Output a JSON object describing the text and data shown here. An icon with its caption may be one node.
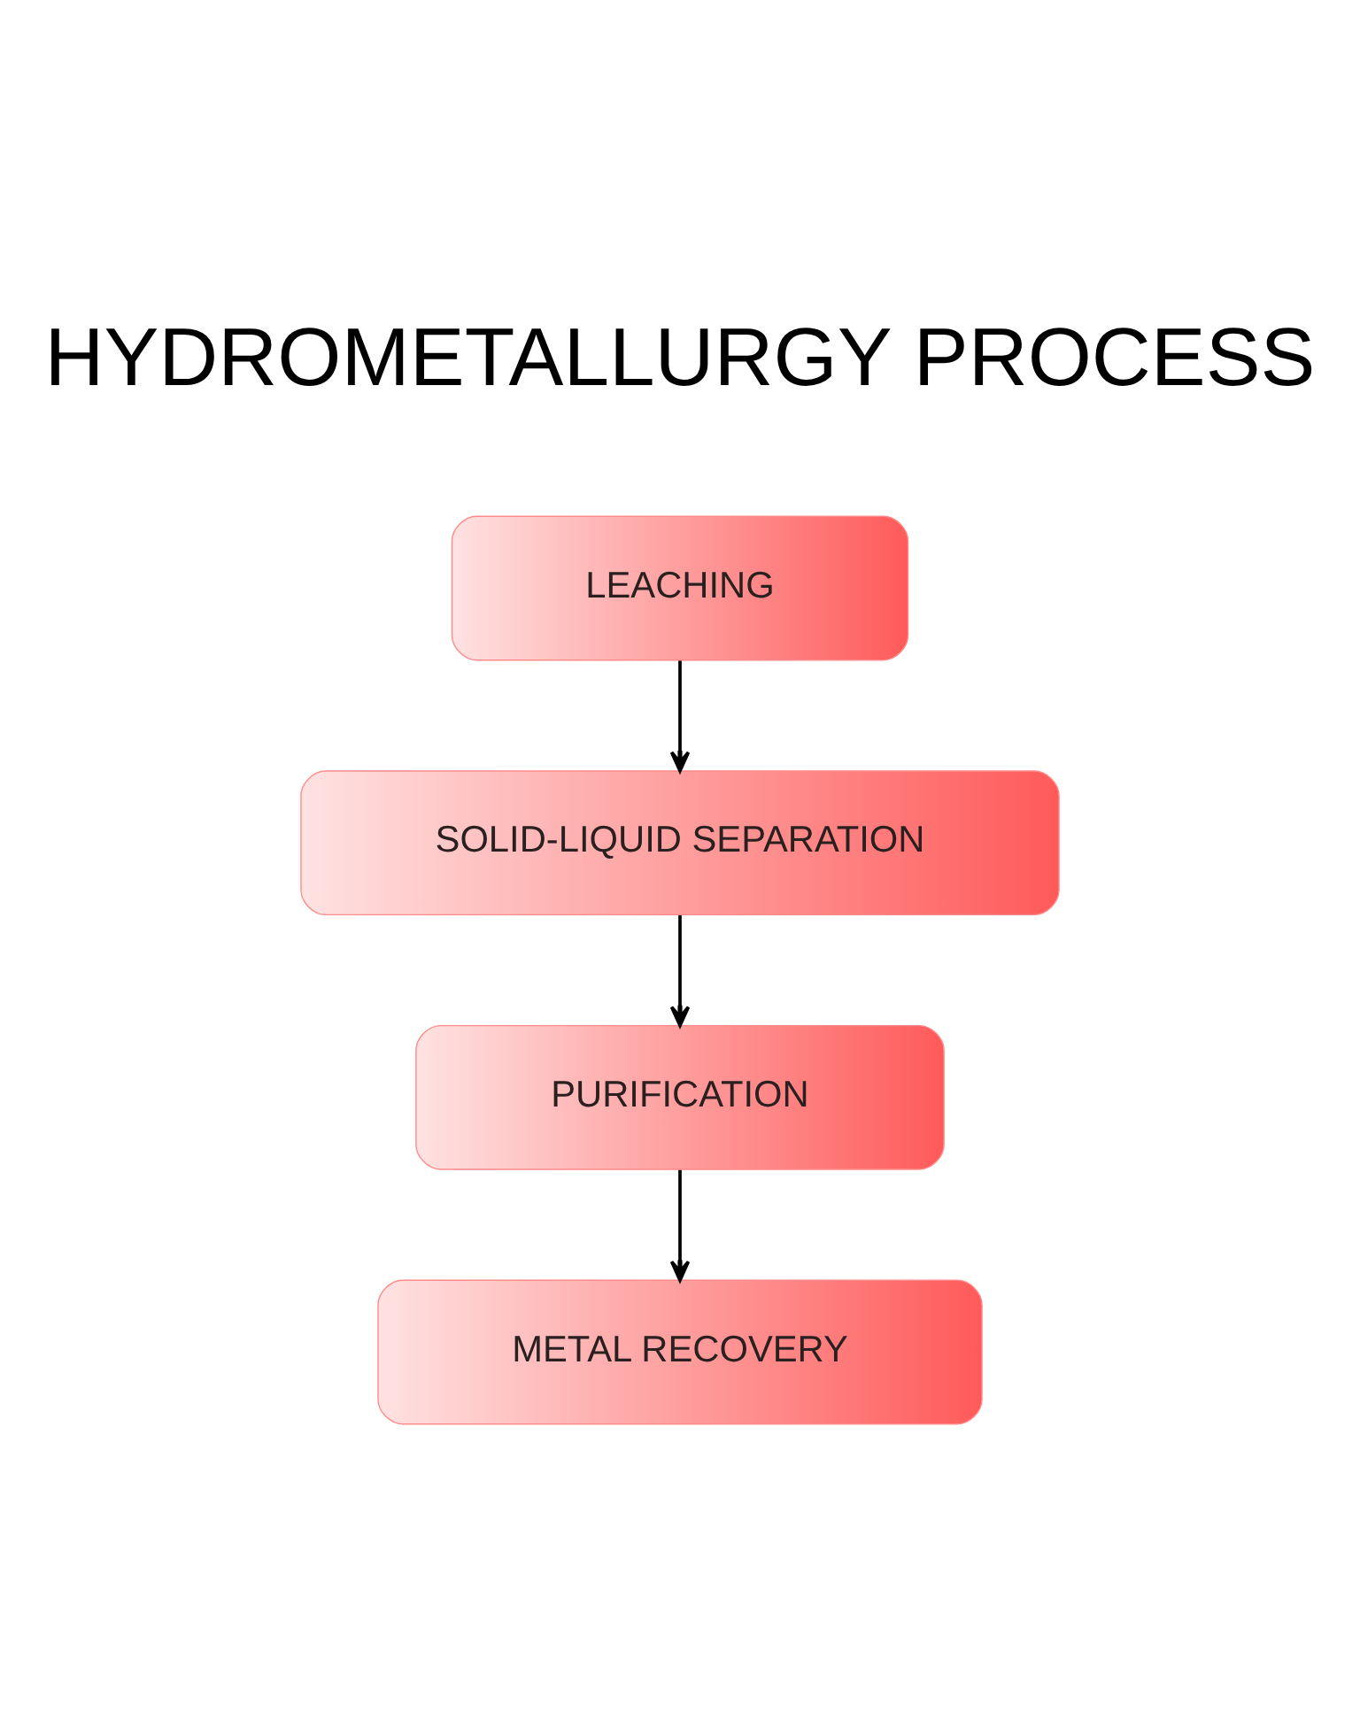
{
  "diagram": {
    "title": "HYDROMETALLURGY PROCESS",
    "nodes": [
      {
        "text": [
          "LEACHING"
        ]
      },
      {
        "text": [
          "SOLID-LIQUID SEPARATION"
        ]
      },
      {
        "text": [
          "PURIFICATION"
        ]
      },
      {
        "text": [
          "METAL RECOVERY"
        ]
      }
    ],
    "edges": [
      {
        "from": 0,
        "to": 1,
        "arrow": "to"
      },
      {
        "from": 1,
        "to": 2,
        "arrow": "to"
      },
      {
        "from": 2,
        "to": 3,
        "arrow": "to"
      }
    ]
  }
}
